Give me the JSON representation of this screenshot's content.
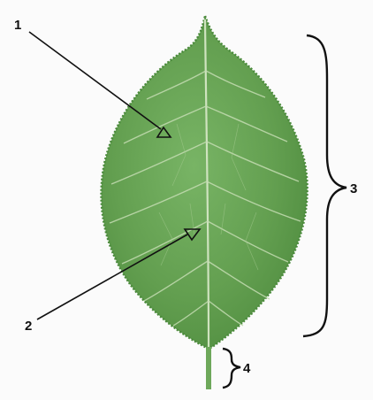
{
  "labels": {
    "one": "1",
    "two": "2",
    "three": "3",
    "four": "4"
  },
  "colors": {
    "leaf": "#5f9e4e",
    "leaf_edge": "#4a8a3b",
    "vein": "#c9e0b8",
    "ink": "#111111",
    "background": "#fbfbfb"
  }
}
